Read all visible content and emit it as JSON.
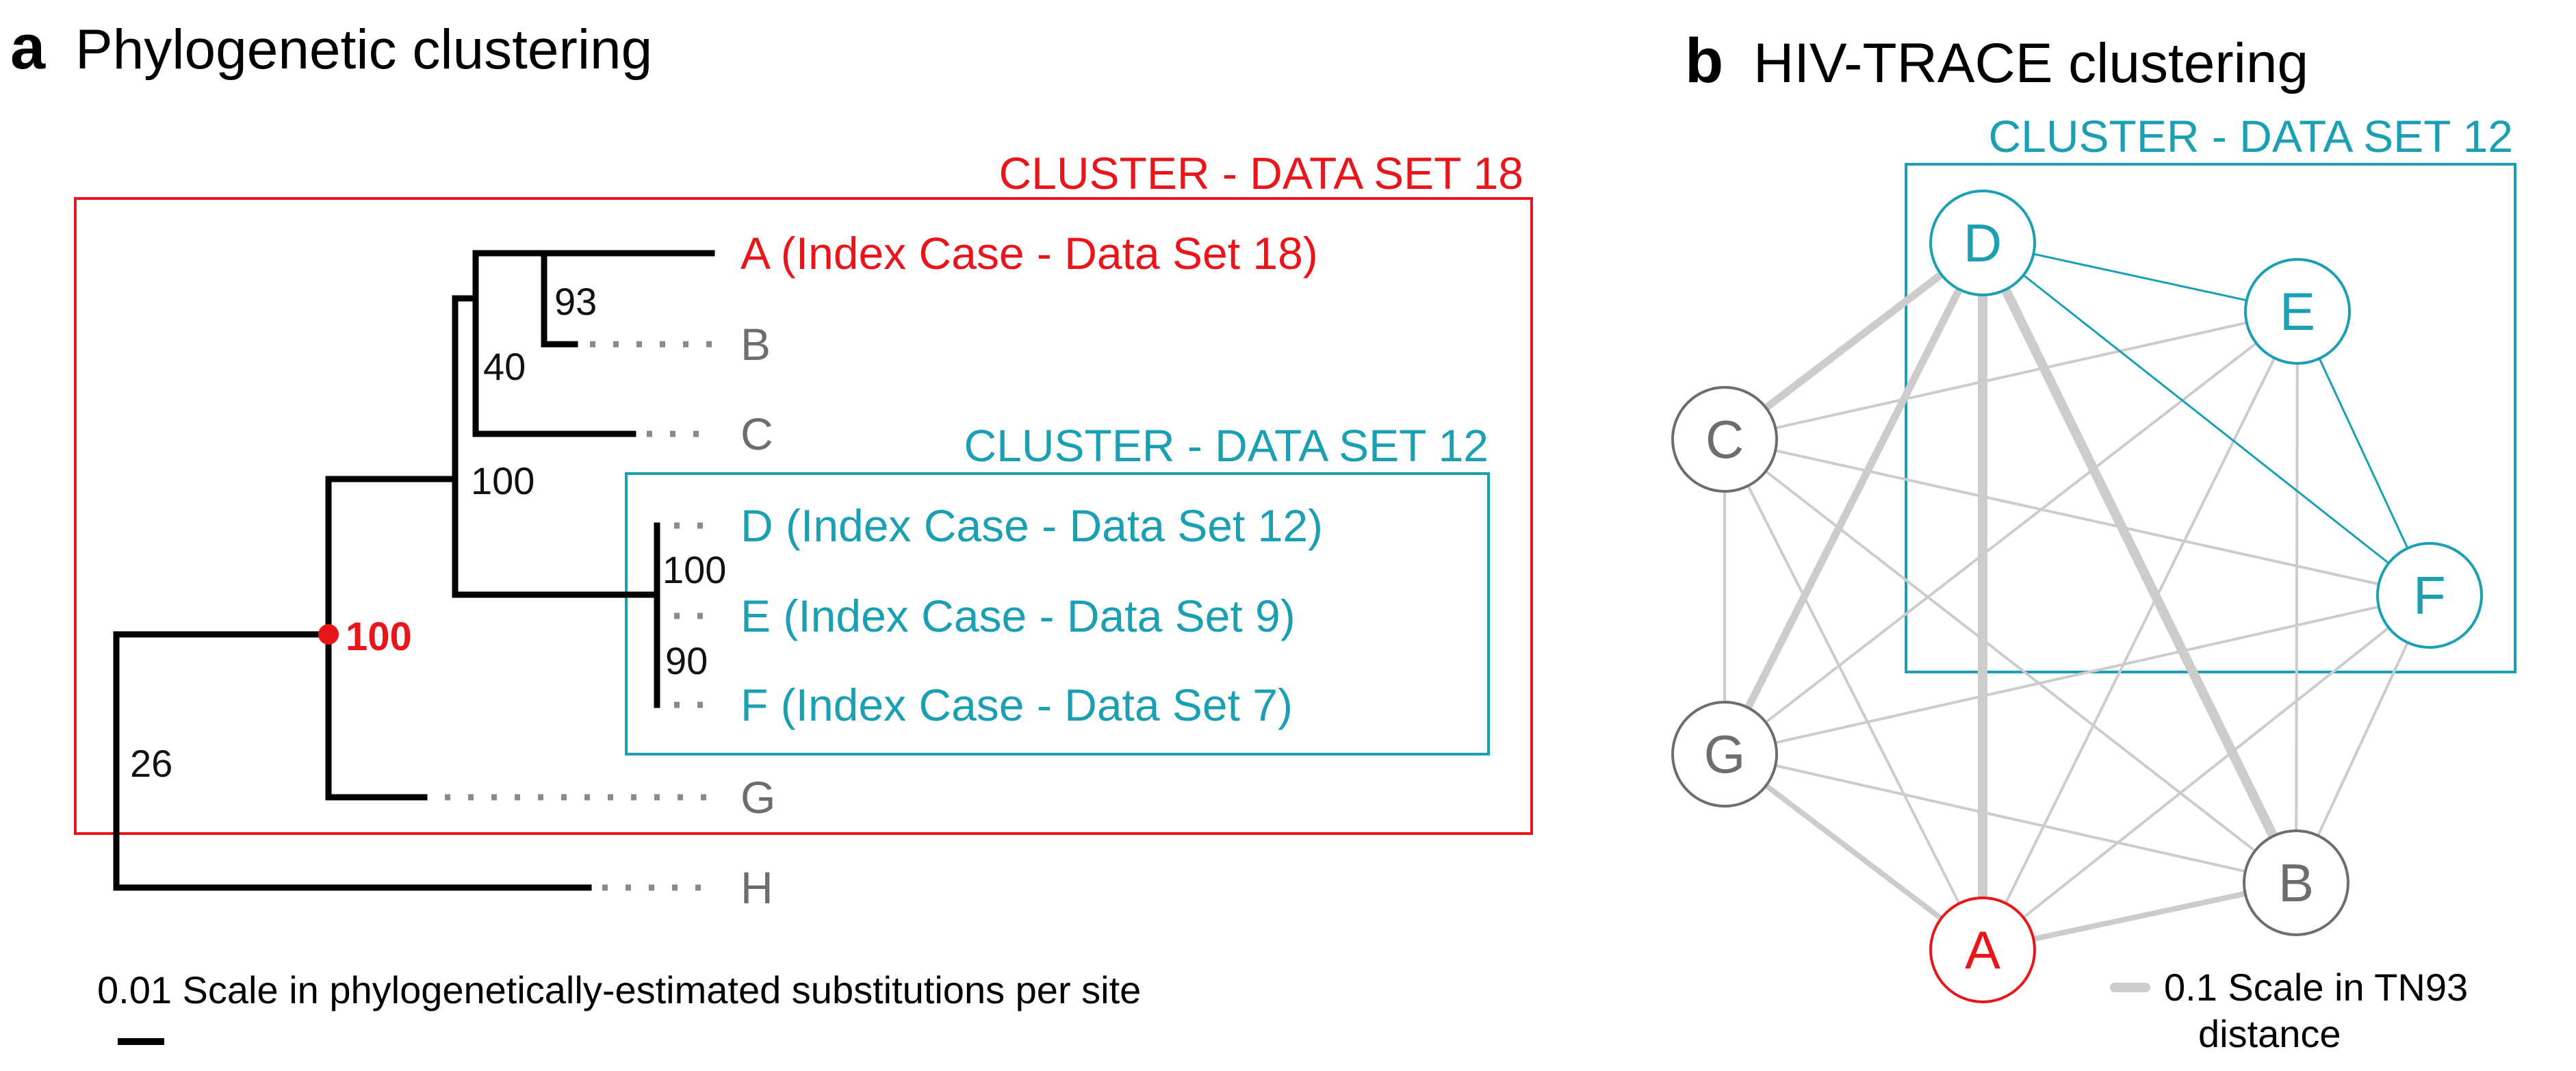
{
  "colors": {
    "red": "#e8161b",
    "teal": "#1a9fb3",
    "gray": "#6d6d6d",
    "edge": "#cccccc",
    "black": "#000000"
  },
  "panel_a": {
    "letter": "a",
    "title": "Phylogenetic clustering",
    "outer_cluster_label": "CLUSTER - DATA SET 18",
    "inner_cluster_label": "CLUSTER - DATA SET 12",
    "tips": {
      "A": "A (Index Case - Data Set 18)",
      "B": "B",
      "C": "C",
      "D": "D (Index Case - Data Set 12)",
      "E": "E (Index Case - Data Set 9)",
      "F": "F (Index Case - Data Set 7)",
      "G": "G",
      "H": "H"
    },
    "support": {
      "ab": "93",
      "abc": "40",
      "abcdef": "100",
      "def": "100",
      "ef": "90",
      "root_clade": "100",
      "root": "26"
    },
    "scale_label": "0.01 Scale in phylogenetically-estimated substitutions per site"
  },
  "panel_b": {
    "letter": "b",
    "title": "HIV-TRACE clustering",
    "cluster_label": "CLUSTER - DATA SET 12",
    "nodes": {
      "D": "D",
      "E": "E",
      "F": "F",
      "C": "C",
      "G": "G",
      "A": "A",
      "B": "B"
    },
    "scale_label_line1": "0.1 Scale in TN93",
    "scale_label_line2": "distance"
  }
}
